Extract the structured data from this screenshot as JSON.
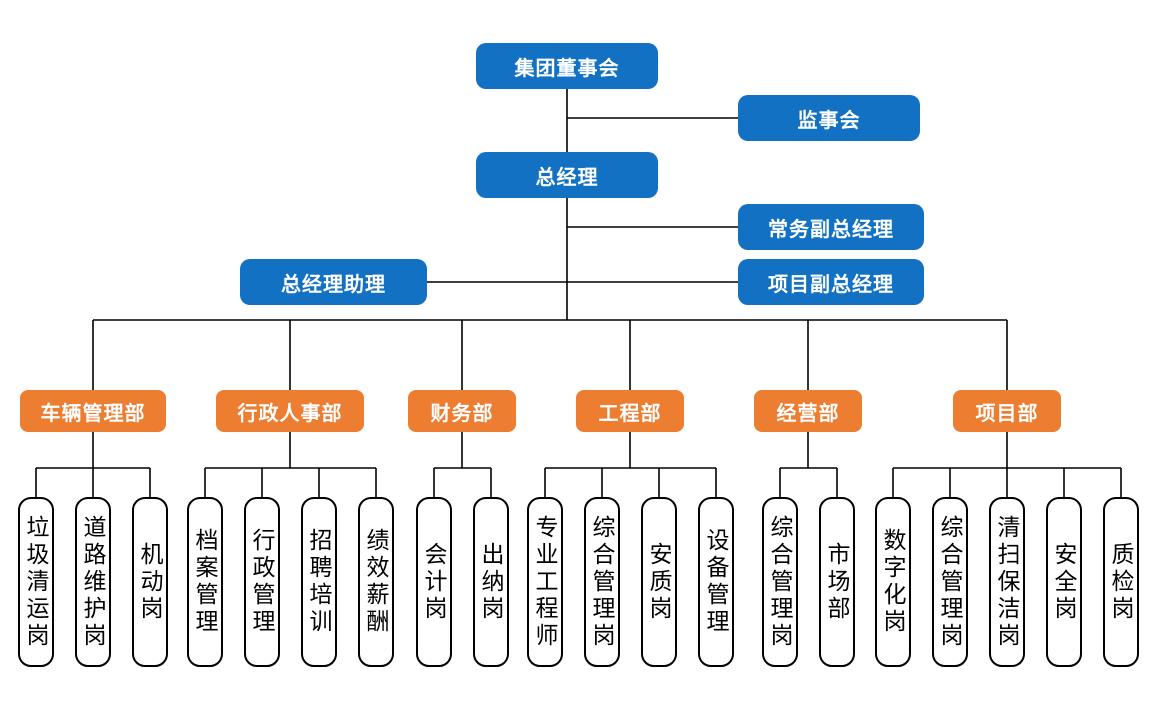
{
  "org_chart": {
    "executives": {
      "board": "集团董事会",
      "supervisory_board": "监事会",
      "general_manager": "总经理",
      "executive_deputy_gm": "常务副总经理",
      "project_deputy_gm": "项目副总经理",
      "gm_assistant": "总经理助理"
    },
    "departments": [
      {
        "label": "车辆管理部",
        "positions": [
          "垃圾清运岗",
          "道路维护岗",
          "机动岗"
        ]
      },
      {
        "label": "行政人事部",
        "positions": [
          "档案管理",
          "行政管理",
          "招聘培训",
          "绩效薪酬"
        ]
      },
      {
        "label": "财务部",
        "positions": [
          "会计岗",
          "出纳岗"
        ]
      },
      {
        "label": "工程部",
        "positions": [
          "专业工程师",
          "综合管理岗",
          "安质岗",
          "设备管理"
        ]
      },
      {
        "label": "经营部",
        "positions": [
          "综合管理岗",
          "市场部"
        ]
      },
      {
        "label": "项目部",
        "positions": [
          "数字化岗",
          "综合管理岗",
          "清扫保洁岗",
          "安全岗",
          "质检岗"
        ]
      }
    ],
    "colors": {
      "executive_box": "#1271C2",
      "department_box": "#ED7D31",
      "connector": "#000000"
    }
  }
}
